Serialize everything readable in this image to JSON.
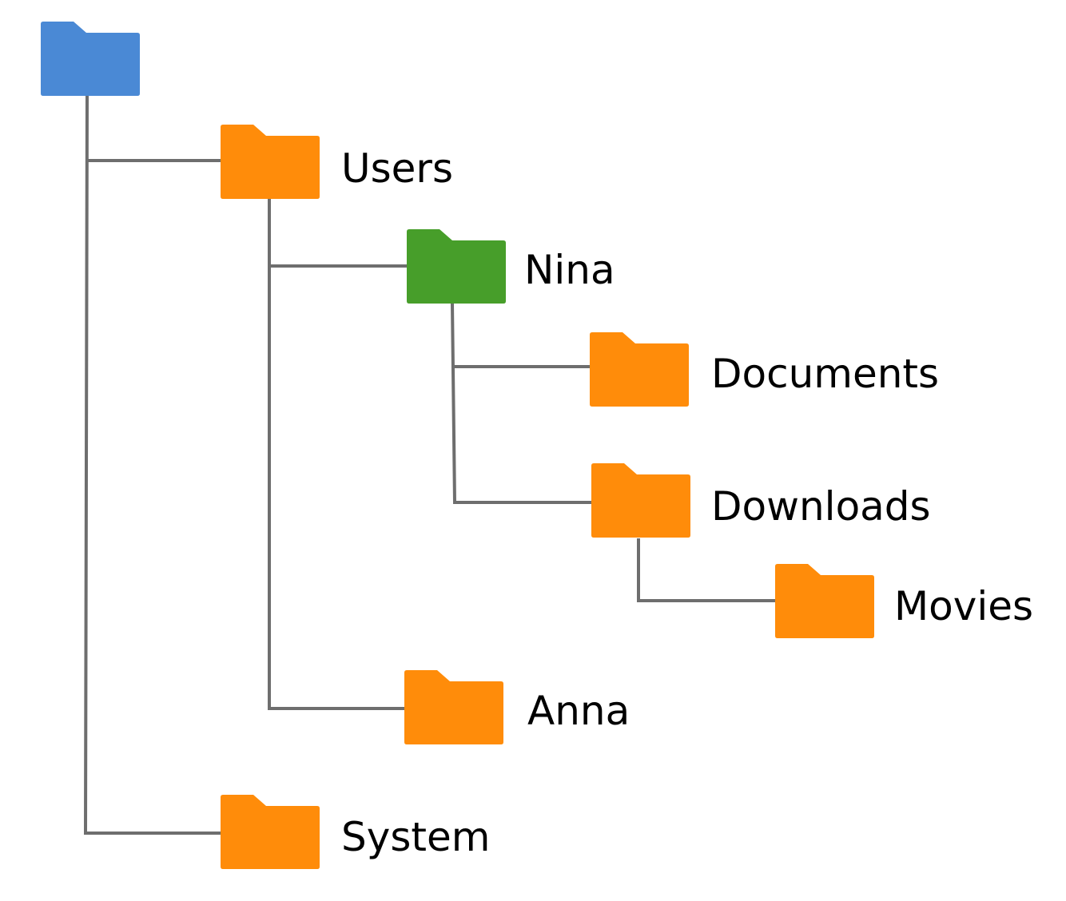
{
  "tree": {
    "root": {
      "name": "",
      "icon": "folder-icon",
      "color": "#4A89D5"
    },
    "nodes": [
      {
        "id": "users",
        "label": "Users",
        "icon": "folder-icon",
        "color": "#FF8C0A"
      },
      {
        "id": "nina",
        "label": "Nina",
        "icon": "folder-icon",
        "color": "#479E2A"
      },
      {
        "id": "documents",
        "label": "Documents",
        "icon": "folder-icon",
        "color": "#FF8C0A"
      },
      {
        "id": "downloads",
        "label": "Downloads",
        "icon": "folder-icon",
        "color": "#FF8C0A"
      },
      {
        "id": "movies",
        "label": "Movies",
        "icon": "folder-icon",
        "color": "#FF8C0A"
      },
      {
        "id": "anna",
        "label": "Anna",
        "icon": "folder-icon",
        "color": "#FF8C0A"
      },
      {
        "id": "system",
        "label": "System",
        "icon": "folder-icon",
        "color": "#FF8C0A"
      }
    ],
    "connector_color": "#6E6E6E"
  }
}
